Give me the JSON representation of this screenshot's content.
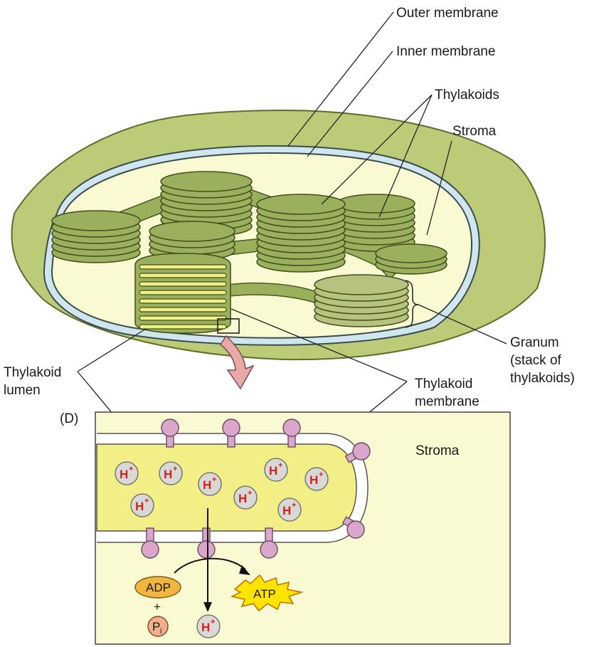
{
  "labels": {
    "outer_membrane": "Outer membrane",
    "inner_membrane": "Inner membrane",
    "thylakoids": "Thylakoids",
    "stroma_top": "Stroma",
    "granum_line1": "Granum",
    "granum_line2": "(stack of",
    "granum_line3": "thylakoids)",
    "lumen_line1": "Thylakoid",
    "lumen_line2": "lumen",
    "tmem_line1": "Thylakoid",
    "tmem_line2": "membrane",
    "panel": "(D)",
    "stroma_panel": "Stroma"
  },
  "ions": {
    "h": "H",
    "plus": "+"
  },
  "reaction": {
    "adp": "ADP",
    "plus": "+",
    "p": "P",
    "p_sub": "i",
    "atp": "ATP"
  },
  "colors": {
    "outer_green": "#bccb78",
    "membrane_blue": "#cfe6ee",
    "stroma_fill": "#fafad2",
    "thylakoid_green": "#9bb05c",
    "lumen_yellow": "#f2ef86",
    "protein_pink": "#dba6cc",
    "ion_gray": "#d8d8d4",
    "adp_orange": "#f0b640",
    "atp_yellow": "#ffe400",
    "arrow_pink": "#e8a8a8"
  }
}
